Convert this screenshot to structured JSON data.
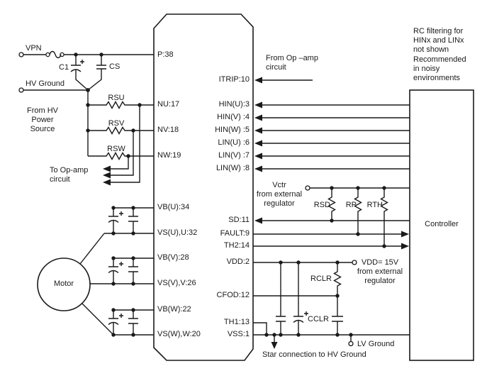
{
  "colors": {
    "line": "#1a1a1a",
    "background": "#ffffff"
  },
  "ic": {
    "left_pins": [
      {
        "label": "P:38"
      },
      {
        "label": "NU:17"
      },
      {
        "label": "NV:18"
      },
      {
        "label": "NW:19"
      },
      {
        "label": "VB(U):34"
      },
      {
        "label": "VS(U),U:32"
      },
      {
        "label": "VB(V):28"
      },
      {
        "label": "VS(V),V:26"
      },
      {
        "label": "VB(W):22"
      },
      {
        "label": "VS(W),W:20"
      }
    ],
    "right_pins": [
      {
        "label": "ITRIP:10"
      },
      {
        "label": "HIN(U):3"
      },
      {
        "label": "HIN(V) :4"
      },
      {
        "label": "HIN(W) :5"
      },
      {
        "label": "LIN(U) :6"
      },
      {
        "label": "LIN(V) :7"
      },
      {
        "label": "LIN(W) :8"
      },
      {
        "label": "SD:11"
      },
      {
        "label": "FAULT:9"
      },
      {
        "label": "TH2:14"
      },
      {
        "label": "VDD:2"
      },
      {
        "label": "CFOD:12"
      },
      {
        "label": "TH1:13"
      },
      {
        "label": "VSS:1"
      }
    ]
  },
  "labels": {
    "vpn": "VPN",
    "hv_ground": "HV Ground",
    "c1": "C1",
    "cs": "CS",
    "from_hv_source": "From HV\nPower\nSource",
    "rsu": "RSU",
    "rsv": "RSV",
    "rsw": "RSW",
    "to_opamp": "To Op-amp\ncircuit",
    "motor": "Motor",
    "from_opamp": "From Op –amp\ncircuit",
    "rc_note": "RC filtering for\nHINx and LINx\nnot shown\nRecommended\nin noisy\nenvironments",
    "vctr": "Vctr\nfrom external\nregulator",
    "rsd": "RSD",
    "rp": "RP",
    "rth": "RTH",
    "controller": "Controller",
    "vdd_supply": "VDD= 15V\nfrom external\nregulator",
    "rclr": "RCLR",
    "cclr": "CCLR",
    "lv_ground": "LV Ground",
    "star_connection": "Star connection to HV Ground"
  }
}
